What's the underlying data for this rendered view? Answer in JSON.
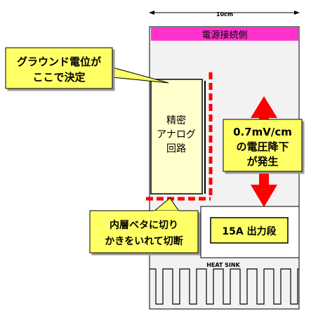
{
  "dimension": {
    "width_label": "10cm"
  },
  "board": {
    "power_connection_label": "電源接続側",
    "heatsink_label": "HEAT SINK"
  },
  "blocks": {
    "analog_circuit": {
      "lines": [
        "精密",
        "アナログ",
        "回路"
      ]
    },
    "output_stage": {
      "label": "15A 出力段"
    }
  },
  "callouts": {
    "ground_potential": {
      "lines": [
        "グラウンド電位が",
        "ここで決定"
      ]
    },
    "voltage_drop": {
      "lines": [
        "0.7mV/cm",
        "の電圧降下",
        "が発生"
      ]
    },
    "inner_layer_cut": {
      "lines": [
        "内層ベタに切り",
        "かきをいれて切断"
      ]
    }
  },
  "colors": {
    "callout_fill": "#ffff66",
    "analog_fill": "#ffffcc",
    "power_band": "#ff33cc",
    "board_fill": "#f2f2f2",
    "arrow_red": "#ff0000",
    "outline": "#000000"
  }
}
